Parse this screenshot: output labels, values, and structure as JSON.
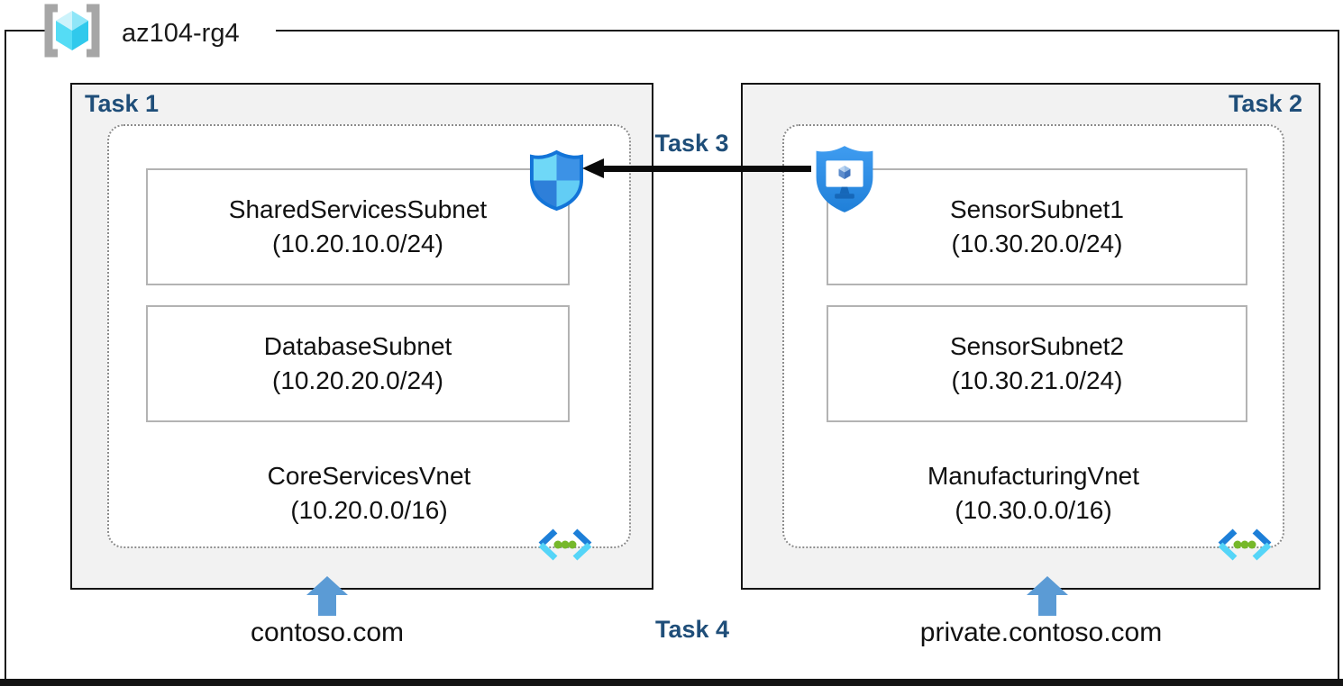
{
  "resource_group": {
    "name": "az104-rg4",
    "icon": "azure-resource-group"
  },
  "vnets": [
    {
      "task_label": "Task 1",
      "name": "CoreServicesVnet",
      "cidr": "(10.20.0.0/16)",
      "subnets": [
        {
          "name": "SharedServicesSubnet",
          "cidr": "(10.20.10.0/24)"
        },
        {
          "name": "DatabaseSubnet",
          "cidr": "(10.20.20.0/24)"
        }
      ],
      "dns_domain": "contoso.com",
      "badge_icon": "network-security-group-shield"
    },
    {
      "task_label": "Task 2",
      "name": "ManufacturingVnet",
      "cidr": "(10.30.0.0/16)",
      "subnets": [
        {
          "name": "SensorSubnet1",
          "cidr": "(10.30.20.0/24)"
        },
        {
          "name": "SensorSubnet2",
          "cidr": "(10.30.21.0/24)"
        }
      ],
      "dns_domain": "private.contoso.com",
      "badge_icon": "bastion-shield-monitor"
    }
  ],
  "annotations": {
    "task3_label": "Task 3",
    "task4_label": "Task 4"
  },
  "icons": {
    "resource_group": "bracketed-cyan-cube",
    "nsg": "quartered-blue-shield",
    "bastion": "blue-shield-with-monitor-cube",
    "virtual_network": "blue-angle-brackets-green-dots",
    "dns_pointer": "blue-up-arrow"
  },
  "colors": {
    "task_label_navy": "#1F4E79",
    "dns_arrow_blue": "#5B9BD5",
    "task_box_fill": "#F2F2F2",
    "task_box_border": "#141414",
    "subnet_border": "#B3B3B3",
    "dashed_border": "#8C8C8C",
    "peering_arrow": "#0A0A0A",
    "vnet_icon_dark_blue": "#1D7FD8",
    "vnet_icon_light_blue": "#55D5F8",
    "vnet_icon_green": "#76B82A"
  }
}
